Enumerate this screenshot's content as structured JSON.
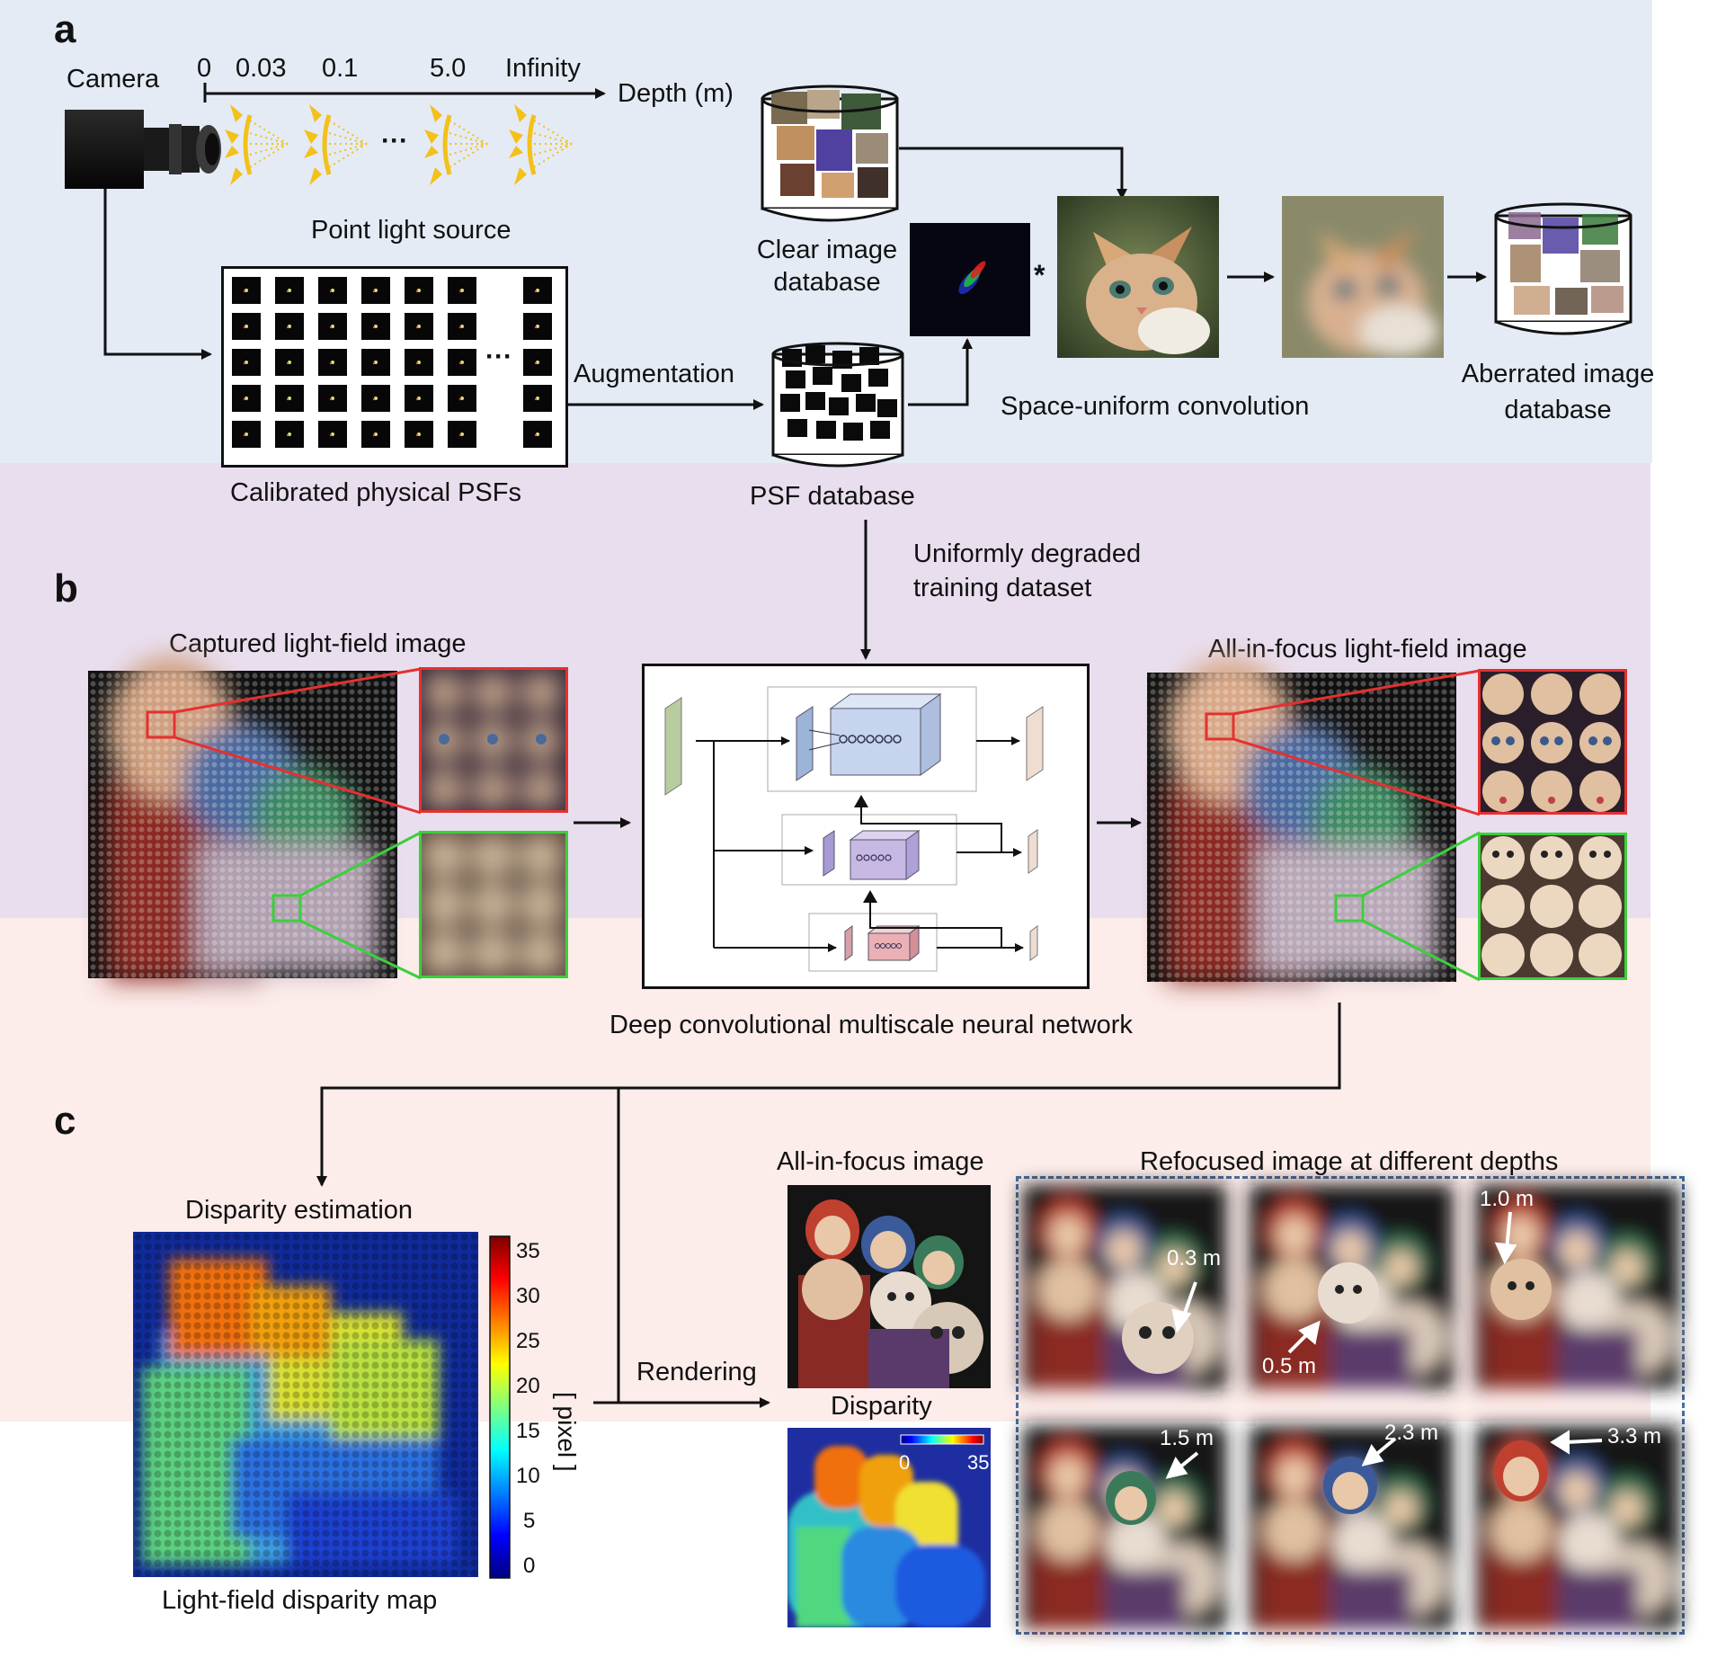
{
  "panels": {
    "a": {
      "letter": "a",
      "camera_label": "Camera",
      "depth_ticks": [
        "0",
        "0.03",
        "0.1",
        "5.0",
        "Infinity"
      ],
      "depth_axis_label": "Depth (m)",
      "ellipsis": "···",
      "point_light_label": "Point light source",
      "calibrated_label": "Calibrated physical PSFs",
      "augmentation_label": "Augmentation",
      "clear_db_label": [
        "Clear image",
        "database"
      ],
      "psf_db_label": "PSF database",
      "conv_symbol": "*",
      "conv_label": "Space-uniform convolution",
      "aberrated_label": [
        "Aberrated image",
        "database"
      ]
    },
    "link_ab": [
      "Uniformly degraded",
      "training dataset"
    ],
    "b": {
      "letter": "b",
      "captured_label": "Captured light-field image",
      "aif_lf_label": "All-in-focus light-field image",
      "network_label": "Deep convolutional multiscale neural network"
    },
    "c": {
      "letter": "c",
      "disparity_est_label": "Disparity estimation",
      "disparity_map_label": "Light-field disparity map",
      "colorbar_ticks": [
        "35",
        "30",
        "25",
        "20",
        "15",
        "10",
        "5",
        "0"
      ],
      "colorbar_unit": "[ pixel ]",
      "rendering_label": "Rendering",
      "aif_image_label": "All-in-focus image",
      "disparity_label": "Disparity",
      "disparity_inset_ticks": [
        "0",
        "35"
      ],
      "refocused_label": "Refocused image at different depths",
      "refocus_depths": [
        "0.3 m",
        "0.5 m",
        "1.0 m",
        "1.5 m",
        "2.3 m",
        "3.3 m"
      ]
    }
  },
  "colors": {
    "panel_a_bg": "#e4ebf5",
    "panel_b_bg": "#e9deee",
    "panel_c_bg": "#fcecea",
    "zoom_red": "#e53030",
    "zoom_green": "#3ccf3c",
    "dashed_box": "#4a6fa0",
    "psf_yellow": "#f4c01a"
  }
}
